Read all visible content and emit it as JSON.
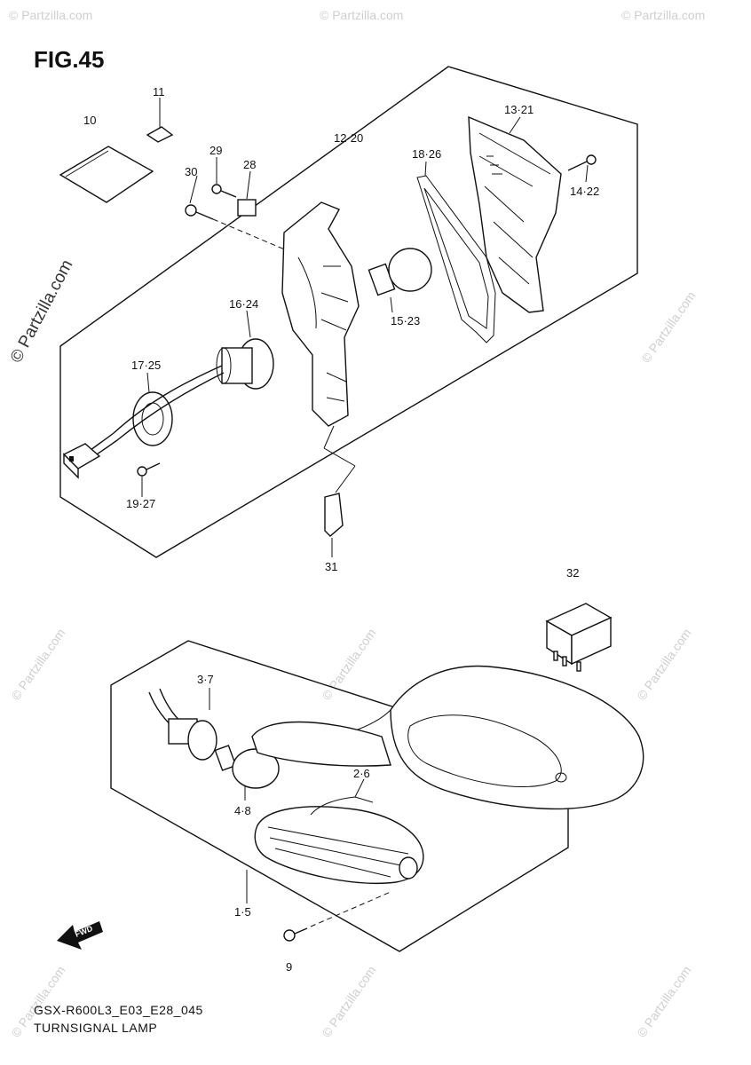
{
  "figure": {
    "title": "FIG.45",
    "model_code": "GSX-R600L3_E03_E28_045",
    "caption": "TURNSIGNAL LAMP"
  },
  "watermark": {
    "text": "© Partzilla.com",
    "side_text": "© Partzilla.com"
  },
  "callouts": {
    "c10": "10",
    "c11": "11",
    "c29": "29",
    "c30": "30",
    "c28": "28",
    "c12_20": "12·20",
    "c13_21": "13·21",
    "c18_26": "18·26",
    "c14_22": "14·22",
    "c16_24": "16·24",
    "c15_23": "15·23",
    "c17_25": "17·25",
    "c19_27": "19·27",
    "c31": "31",
    "c32": "32",
    "c3_7": "3·7",
    "c2_6": "2·6",
    "c4_8": "4·8",
    "c1_5": "1·5",
    "c9": "9"
  },
  "forward_arrow": {
    "text": "FWD"
  }
}
